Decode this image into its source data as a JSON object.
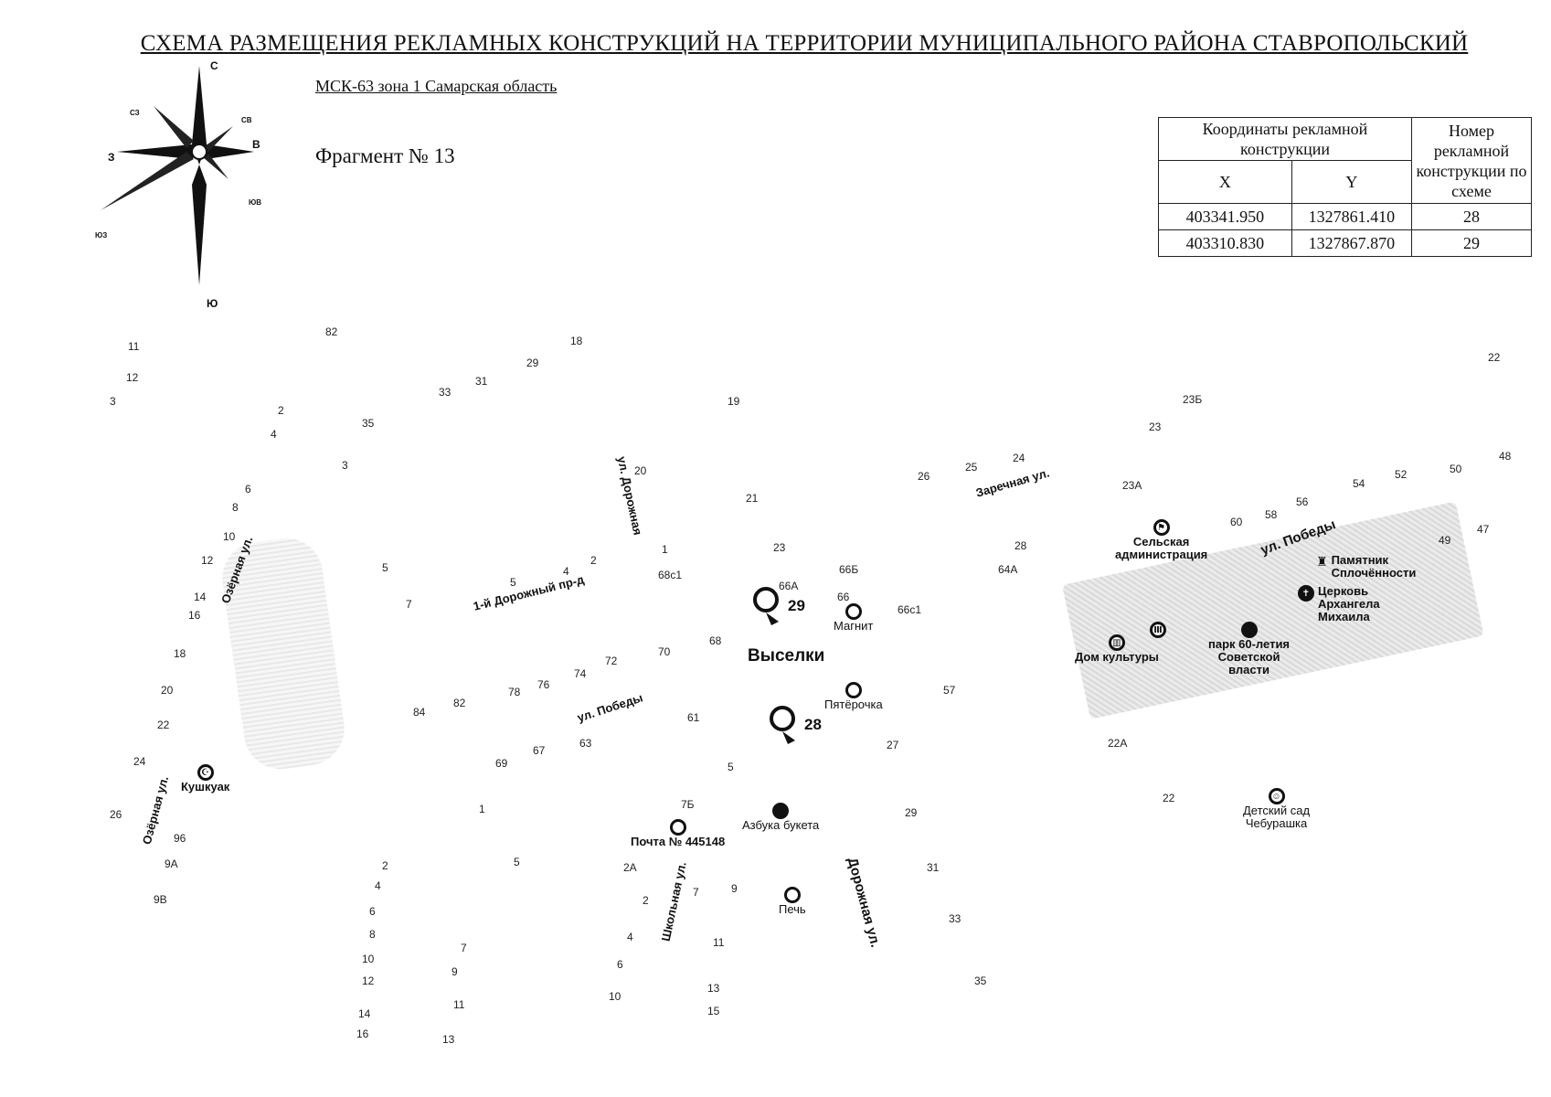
{
  "title": "СХЕМА РАЗМЕЩЕНИЯ РЕКЛАМНЫХ КОНСТРУКЦИЙ НА ТЕРРИТОРИИ МУНИЦИПАЛЬНОГО РАЙОНА СТАВРОПОЛЬСКИЙ",
  "crs": "МСК-63 зона 1 Самарская область",
  "fragment": "Фрагмент № 13",
  "compass": {
    "n": "С",
    "s": "Ю",
    "w": "З",
    "e": "В",
    "nw": "СЗ",
    "ne": "СВ",
    "se": "ЮВ",
    "sw": "ЮЗ"
  },
  "table": {
    "header_coords": "Координаты рекламной конструкции",
    "header_number": "Номер рекламной конструкции по схеме",
    "col_x": "X",
    "col_y": "Y",
    "rows": [
      {
        "x": "403341.950",
        "y": "1327861.410",
        "n": "28"
      },
      {
        "x": "403310.830",
        "y": "1327867.870",
        "n": "29"
      }
    ]
  },
  "map": {
    "settlement": "Выселки",
    "markers": [
      {
        "label": "29"
      },
      {
        "label": "28"
      }
    ],
    "streets": [
      "ул. Дорожная",
      "Заречная ул.",
      "ул. Победы",
      "1-й Дорожный пр-д",
      "Озёрная ул.",
      "ул. Победы",
      "Озёрная ул.",
      "Школьная ул.",
      "Дорожная ул."
    ],
    "pois": [
      {
        "label": "Сельская\nадминистрация"
      },
      {
        "label": "Памятник\nСплочённости"
      },
      {
        "label": "Церковь\nАрхангела\nМихаила"
      },
      {
        "label": "Дом культуры"
      },
      {
        "label": "парк 60-летия\nСоветской\nвласти"
      },
      {
        "label": "Магнит"
      },
      {
        "label": "Пятёрочка"
      },
      {
        "label": "Кушкуак"
      },
      {
        "label": "Азбука букета"
      },
      {
        "label": "Почта № 445148"
      },
      {
        "label": "Печь"
      },
      {
        "label": "Детский сад\nЧебурашка"
      }
    ],
    "house_numbers": [
      "11",
      "12",
      "3",
      "82",
      "18",
      "29",
      "33",
      "31",
      "2",
      "4",
      "35",
      "3",
      "19",
      "22",
      "23Б",
      "23",
      "6",
      "8",
      "20",
      "21",
      "25",
      "24",
      "26",
      "23А",
      "54",
      "52",
      "50",
      "48",
      "56",
      "58",
      "60",
      "47",
      "49",
      "10",
      "12",
      "14",
      "16",
      "5",
      "7",
      "2",
      "4",
      "5",
      "1",
      "68с1",
      "23",
      "66Б",
      "66А",
      "66",
      "66с1",
      "28",
      "64А",
      "18",
      "70",
      "68",
      "72",
      "74",
      "76",
      "78",
      "20",
      "22",
      "84",
      "82",
      "61",
      "57",
      "24",
      "69",
      "67",
      "63",
      "5",
      "27",
      "22А",
      "26",
      "1",
      "96",
      "9А",
      "9В",
      "7Б",
      "29",
      "22",
      "2",
      "5",
      "4",
      "6",
      "8",
      "10",
      "12",
      "14",
      "16",
      "7",
      "9",
      "11",
      "13",
      "2А",
      "2",
      "4",
      "6",
      "10",
      "7",
      "9",
      "11",
      "13",
      "15",
      "31",
      "33",
      "35"
    ]
  }
}
